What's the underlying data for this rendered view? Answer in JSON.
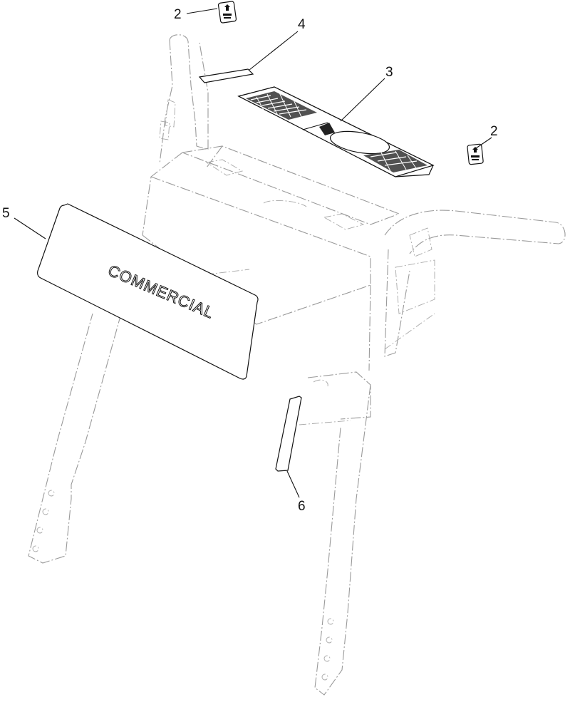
{
  "callouts": {
    "c2a": "2",
    "c2b": "2",
    "c3": "3",
    "c4": "4",
    "c5": "5",
    "c6": "6"
  },
  "decal_text": {
    "commercial": "COMMERCIAL"
  },
  "colors": {
    "line": "#111111",
    "ghost": "#9a9a9a",
    "background": "#ffffff"
  }
}
